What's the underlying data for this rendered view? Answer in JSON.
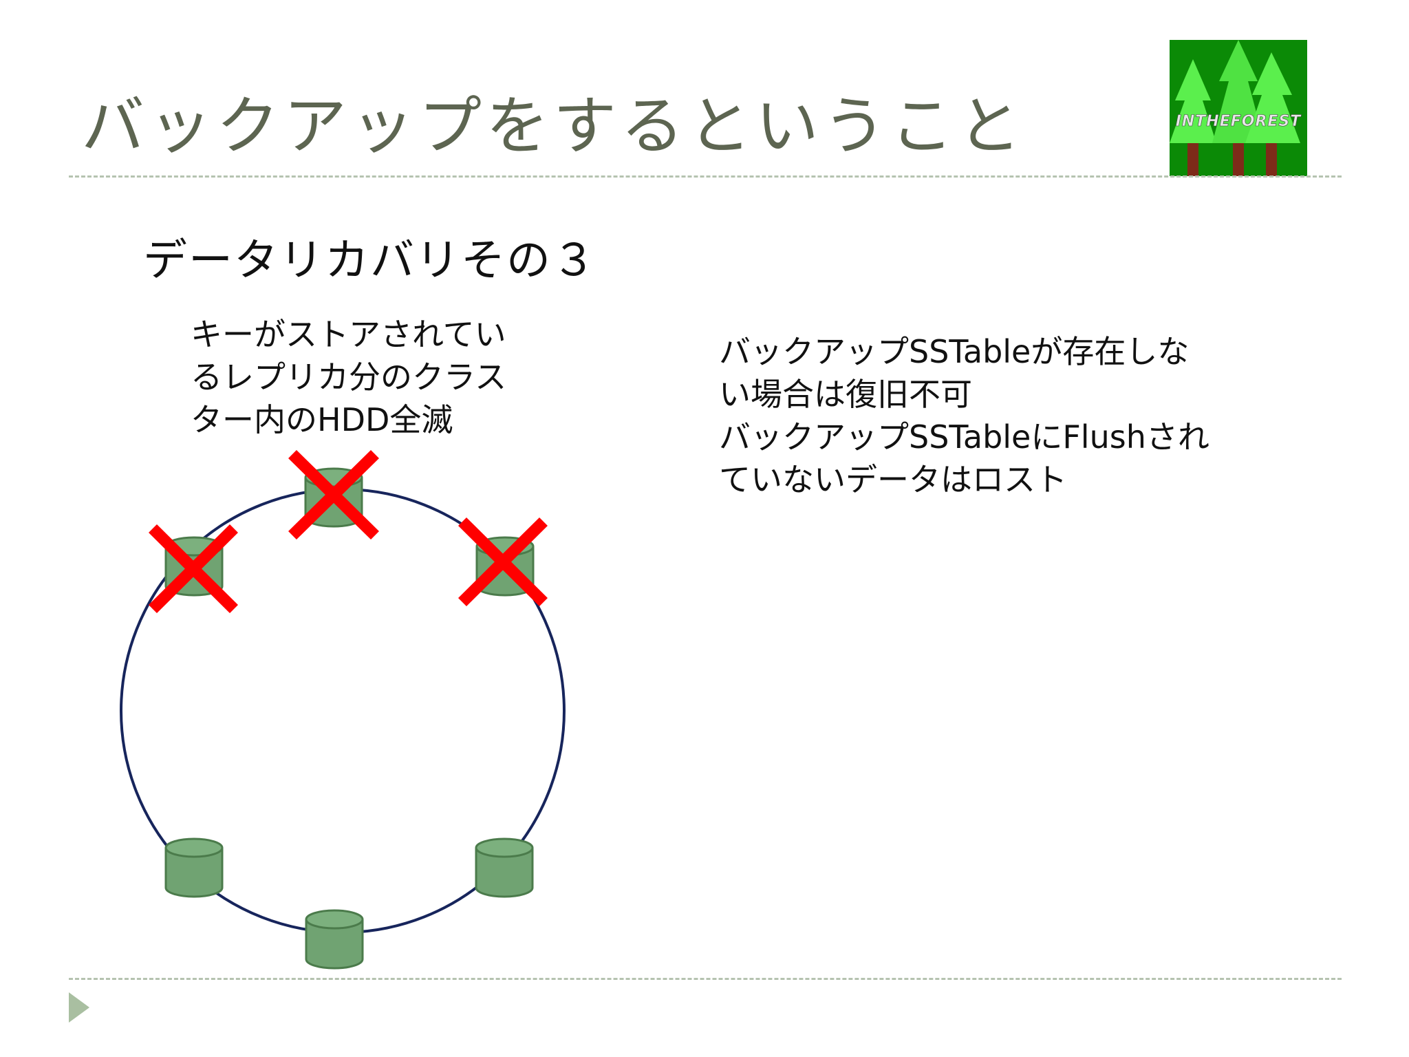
{
  "slide": {
    "title": "バックアップをするということ",
    "subtitle": "データリカバリその３",
    "left_note": [
      "キーがストアされてい",
      "るレプリカ分のクラス",
      "ター内のHDD全滅"
    ],
    "right_note": [
      "バックアップSSTableが存在しな",
      "い場合は復旧不可",
      "バックアップSSTableにFlushされ",
      "ていないデータはロスト"
    ]
  },
  "logo": {
    "text": "INTHEFOREST"
  },
  "diagram": {
    "nodes": [
      {
        "id": "node-top-left",
        "failed": true
      },
      {
        "id": "node-top",
        "failed": true
      },
      {
        "id": "node-top-right",
        "failed": true
      },
      {
        "id": "node-bottom-left",
        "failed": false
      },
      {
        "id": "node-bottom",
        "failed": false
      },
      {
        "id": "node-bottom-right",
        "failed": false
      }
    ]
  },
  "colors": {
    "title": "#5d6551",
    "rule": "#b5c3b0",
    "ring": "#17255c",
    "node_fill": "#70a372",
    "node_stroke": "#4b7b4b",
    "cross": "#ff0000",
    "logo_bg": "#0b8a06",
    "logo_tree": "#5bef4d",
    "logo_trunk": "#7d2b19",
    "bullet": "#a9bfa1"
  }
}
